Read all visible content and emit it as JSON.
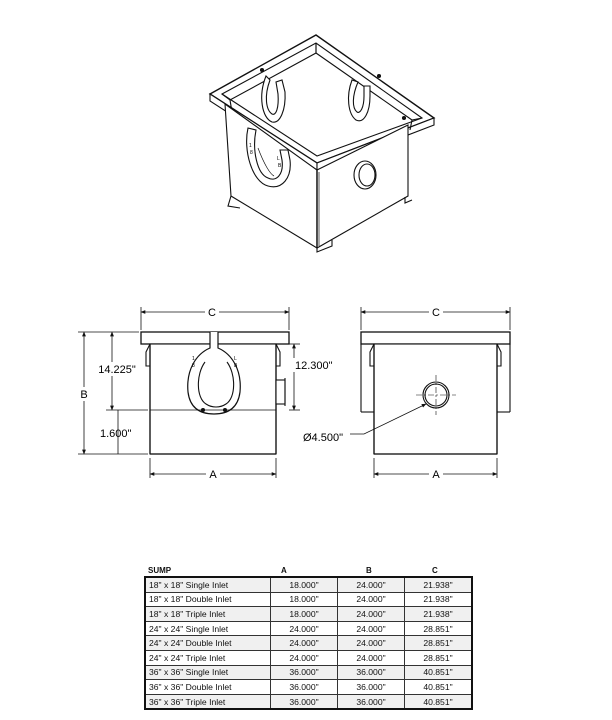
{
  "labels": {
    "dim_c": "C",
    "dim_a": "A",
    "dim_b": "B",
    "dim_14": "14.225\"",
    "dim_12": "12.300\"",
    "dim_16": "1.600\"",
    "dim_dia": "Ø4.500\"",
    "bracket_marks": [
      "1",
      "8",
      "L",
      "B",
      "1",
      "8",
      "L",
      "B"
    ]
  },
  "table": {
    "headers": [
      "SUMP",
      "A",
      "B",
      "C"
    ],
    "rows": [
      [
        "18\" x 18\" Single Inlet",
        "18.000\"",
        "24.000\"",
        "21.938\""
      ],
      [
        "18\" x 18\" Double Inlet",
        "18.000\"",
        "24.000\"",
        "21.938\""
      ],
      [
        "18\" x 18\" Triple Inlet",
        "18.000\"",
        "24.000\"",
        "21.938\""
      ],
      [
        "24\" x 24\" Single Inlet",
        "24.000\"",
        "24.000\"",
        "28.851\""
      ],
      [
        "24\" x 24\" Double Inlet",
        "24.000\"",
        "24.000\"",
        "28.851\""
      ],
      [
        "24\" x 24\" Triple Inlet",
        "24.000\"",
        "24.000\"",
        "28.851\""
      ],
      [
        "36\" x 36\" Single Inlet",
        "36.000\"",
        "36.000\"",
        "40.851\""
      ],
      [
        "36\" x 36\" Double Inlet",
        "36.000\"",
        "36.000\"",
        "40.851\""
      ],
      [
        "36\" x 36\" Triple Inlet",
        "36.000\"",
        "36.000\"",
        "40.851\""
      ]
    ]
  }
}
